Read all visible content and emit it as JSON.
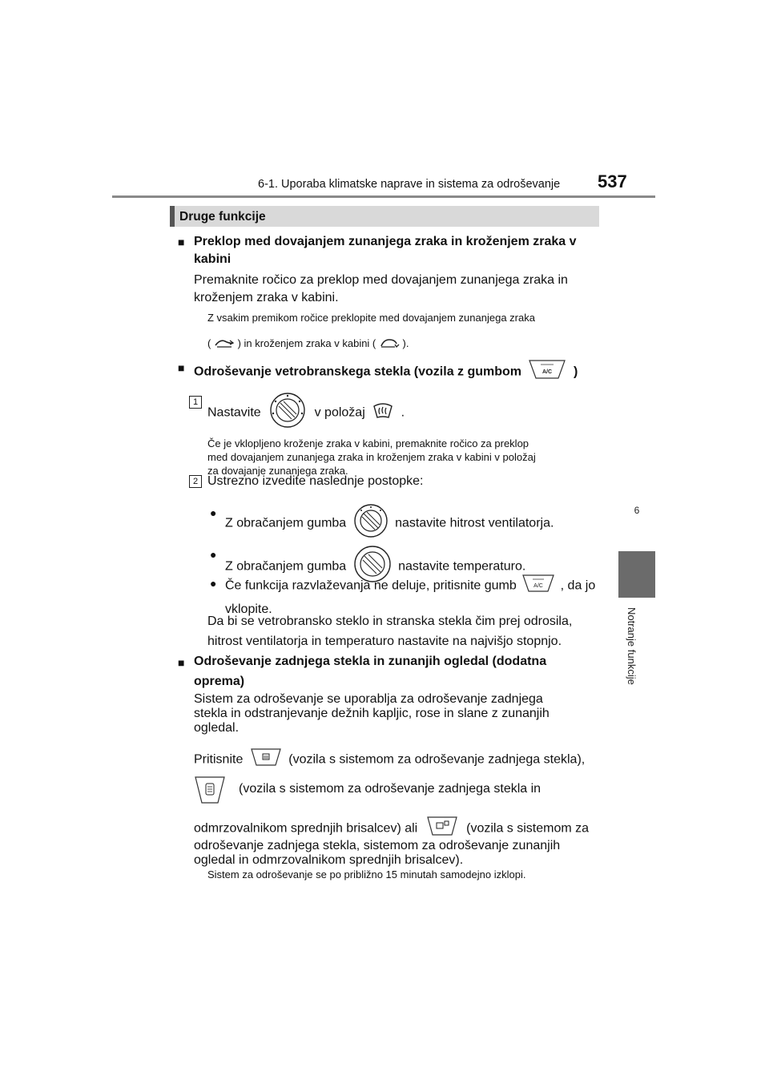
{
  "header": {
    "section": "6-1. Uporaba klimatske naprave in sistema za odroševanje",
    "page": "537"
  },
  "side": {
    "chapter": "6",
    "label": "Notranje funkcije"
  },
  "section_title": "Druge funkcije",
  "block1": {
    "heading": "Preklop med dovajanjem zunanjega zraka in kroženjem zraka v kabini",
    "heading_l1": "Preklop med dovajanjem zunanjega zraka in kroženjem zraka v",
    "heading_l2": "kabini",
    "body_l1": "Premaknite ročico za preklop med dovajanjem zunanjega zraka in",
    "body_l2": "kroženjem zraka v kabini.",
    "note_l1": "Z vsakim premikom ročice preklopite med dovajanjem zunanjega zraka",
    "note_l2a": "(",
    "note_l2b": ") in kroženjem zraka v kabini (",
    "note_l2c": ")."
  },
  "block2": {
    "heading_a": "Odroševanje vetrobranskega stekla (vozila z gumbom",
    "heading_b": ")",
    "step1_num": "1",
    "step1_a": "Nastavite",
    "step1_b": "v položaj",
    "step1_c": ".",
    "note_l1": "Če je vklopljeno kroženje zraka v kabini, premaknite ročico za preklop",
    "note_l2": "med dovajanjem zunanjega zraka in kroženjem zraka v kabini v položaj",
    "note_l3": "za dovajanje zunanjega zraka.",
    "step2_num": "2",
    "step2_text": "Ustrezno izvedite naslednje postopke:",
    "bullet1_a": "Z obračanjem gumba",
    "bullet1_b": "nastavite hitrost ventilatorja.",
    "bullet2_a": "Z obračanjem gumba",
    "bullet2_b": "nastavite temperaturo.",
    "bullet3_a": "Če funkcija razvlaževanja ne deluje, pritisnite gumb",
    "bullet3_b": ", da jo",
    "bullet3_c": "vklopite.",
    "para_l1": "Da bi se vetrobransko steklo in stranska stekla čim prej odrosila,",
    "para_l2": "hitrost ventilatorja in temperaturo nastavite na najvišjo stopnjo."
  },
  "block3": {
    "heading_l1": "Odroševanje zadnjega stekla in zunanjih ogledal (dodatna",
    "heading_l2": "oprema)",
    "p1_l1": "Sistem za odroševanje se uporablja za odroševanje zadnjega",
    "p1_l2": "stekla in odstranjevanje dežnih kapljic, rose in slane z zunanjih",
    "p1_l3": "ogledal.",
    "p2_l1a": "Pritisnite",
    "p2_l1b": "(vozila s sistemom za odroševanje zadnjega stekla),",
    "p2_l2": "(vozila s sistemom za odroševanje zadnjega stekla in",
    "p2_l3a": "odmrzovalnikom sprednjih brisalcev) ali",
    "p2_l3b": "(vozila s sistemom za",
    "p2_l4": "odroševanje zadnjega stekla, sistemom za odroševanje zunanjih",
    "p2_l5": "ogledal in odmrzovalnikom sprednjih brisalcev).",
    "note": "Sistem za odroševanje se po približno 15 minutah samodejno izklopi."
  },
  "icons": {
    "bullet_square": "black-square",
    "bullet_dot": "black-circle",
    "ac_label": "A/C"
  }
}
